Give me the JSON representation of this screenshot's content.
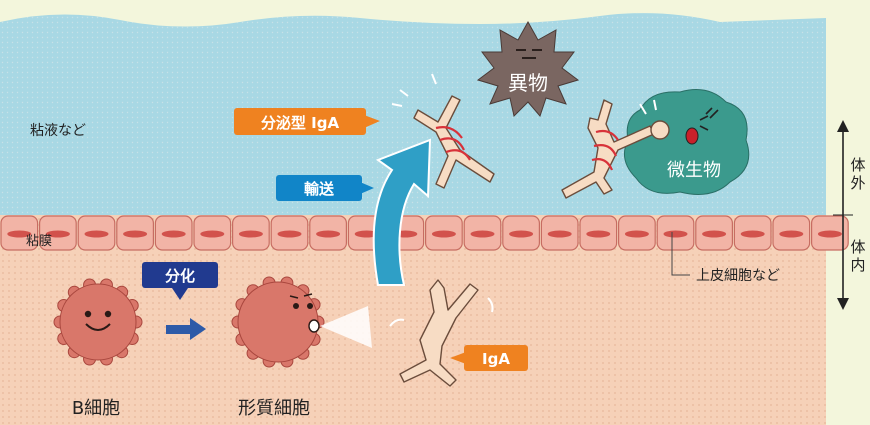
{
  "labels": {
    "mucus": "粘液など",
    "mucosa": "粘膜",
    "epithelium": "上皮細胞など",
    "secretory_iga": "分泌型 IgA",
    "transport": "輸送",
    "differentiation": "分化",
    "iga": "IgA",
    "foreign": "異物",
    "microbe": "微生物",
    "b_cell": "B細胞",
    "plasma_cell": "形質細胞",
    "outside_1": "体",
    "outside_2": "外",
    "inside_1": "体",
    "inside_2": "内"
  },
  "colors": {
    "mucus": "#a8d8e4",
    "tissue": "#f6d1b8",
    "epithelium_cell": "#f2b4a6",
    "cell_body": "#d9776a",
    "label_orange": "#ef8220",
    "label_blue": "#1185c8",
    "label_navy": "#213a8f",
    "foreign_body": "#7a6661",
    "microbe_body": "#3b9a8d",
    "antibody": "#f7dcc4"
  }
}
